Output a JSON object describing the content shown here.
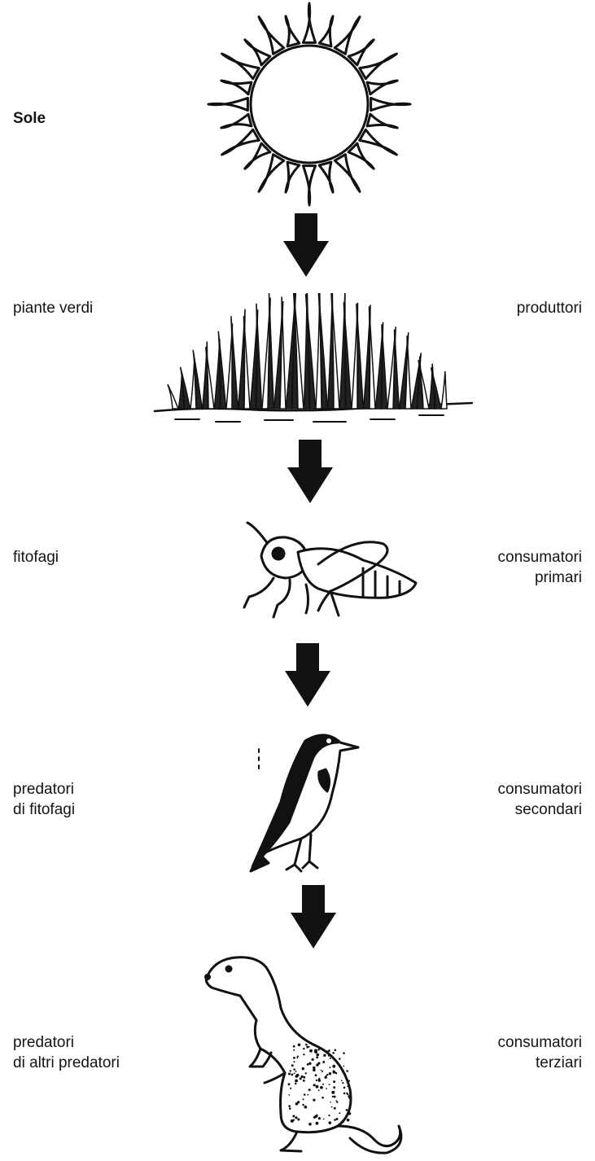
{
  "diagram": {
    "levels": [
      {
        "id": "sun",
        "left_lines": [
          "Sole"
        ],
        "right_lines": [],
        "icon": "sun-icon"
      },
      {
        "id": "plants",
        "left_lines": [
          "piante verdi"
        ],
        "right_lines": [
          "produttori"
        ],
        "icon": "grass-icon"
      },
      {
        "id": "grasshopper",
        "left_lines": [
          "fitofagi"
        ],
        "right_lines": [
          "consumatori",
          "primari"
        ],
        "icon": "grasshopper-icon"
      },
      {
        "id": "bird",
        "left_lines": [
          "predatori",
          "di fitofagi"
        ],
        "right_lines": [
          "consumatori",
          "secondari"
        ],
        "icon": "bird-icon"
      },
      {
        "id": "weasel",
        "left_lines": [
          "predatori",
          "di altri predatori"
        ],
        "right_lines": [
          "consumatori",
          "terziari"
        ],
        "icon": "weasel-icon"
      }
    ],
    "arrow_icon": "down-arrow-icon",
    "colors": {
      "ink": "#111111",
      "background": "#ffffff"
    }
  }
}
